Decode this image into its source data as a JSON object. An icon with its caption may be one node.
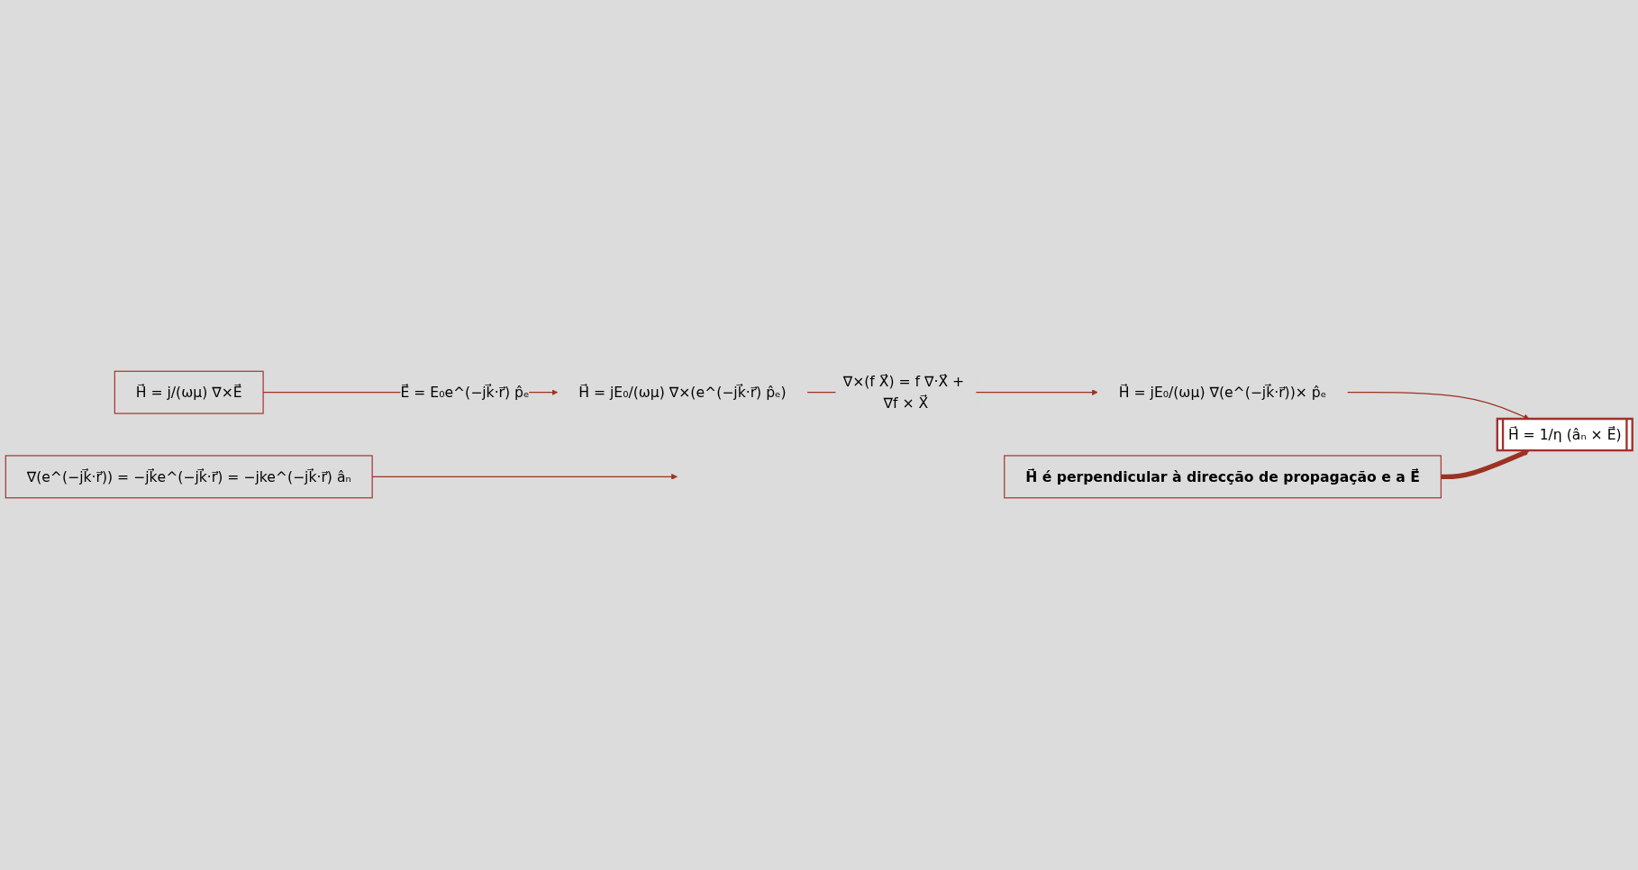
{
  "diagram": {
    "nodes": [
      {
        "text": [
          "H⃗ = j/(ωμ) ∇×E⃗"
        ]
      },
      {
        "text": [
          "H⃗ = jE₀/(ωμ) ∇×(e^(−jk⃗·r⃗) p̂ₑ)"
        ]
      },
      {
        "text": [
          "H⃗ = jE₀/(ωμ) ∇(e^(−jk⃗·r⃗))× p̂ₑ"
        ]
      },
      {
        "text": [
          "∇(e^(−jk⃗·r⃗)) = −jk⃗e^(−jk⃗·r⃗) = −jke^(−jk⃗·r⃗) âₙ"
        ]
      },
      {
        "text": [
          "H⃗ é perpendicular à direcção de propagação e a E⃗"
        ]
      },
      {
        "text": [
          "H⃗ = 1/η (âₙ × E⃗)"
        ]
      }
    ],
    "edges": [
      {
        "from": 0,
        "to": 1,
        "arrow": "to",
        "label": "E⃗ = E₀e^(−jk⃗·r⃗) p̂ₑ"
      },
      {
        "from": 1,
        "to": 2,
        "arrow": "to",
        "label": "∇×(f X⃗) = f ∇·X⃗ + ∇f × X⃗"
      },
      {
        "from": 2,
        "to": 5,
        "arrow": "to"
      },
      {
        "from": 3,
        "to": null,
        "arrow": "to"
      },
      {
        "from": 4,
        "to": 5,
        "arrow": "to",
        "style": "thick"
      }
    ]
  }
}
